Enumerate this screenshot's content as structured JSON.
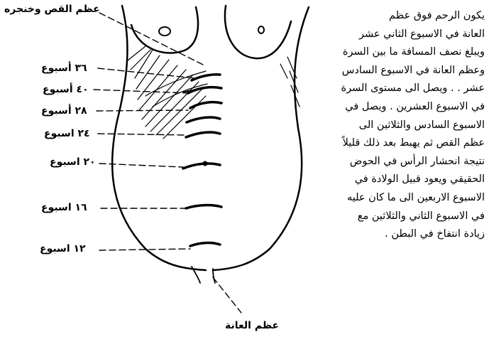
{
  "labels": {
    "xiphoid": "عظم القص وخنجره",
    "pubis": "عظم العانة",
    "weeks": [
      "٣٦ أسبوع",
      "٤٠ أسبوع",
      "٢٨ أسبوع",
      "٢٤ اسبوع",
      "٢٠ اسبوع",
      "١٦ اسبوع",
      "١٢ اسبوع"
    ]
  },
  "paragraph": [
    "يكون الرحم فوق عظم",
    "العانة في الاسبوع الثاني عشر",
    "ويبلغ نصف المسافة ما بين السرة",
    "وعظم العانة في الاسبوع السادس",
    "عشر . . ويصل الى مستوى السرة",
    "في الاسبوع العشرين . ويصل في",
    "الاسبوع السادس والثلاثين الى",
    "عظم القص ثم يهبط بعد ذلك قليلاً",
    "نتيجة انحشار الرأس في الحوض",
    "الحقيقي ويعود قبيل الولادة في",
    "الاسبوع الاربعين الى ما كان عليه",
    "في الاسبوع الثاني والثلاثين مع",
    "زيادة انتفاخ في البطن ."
  ]
}
